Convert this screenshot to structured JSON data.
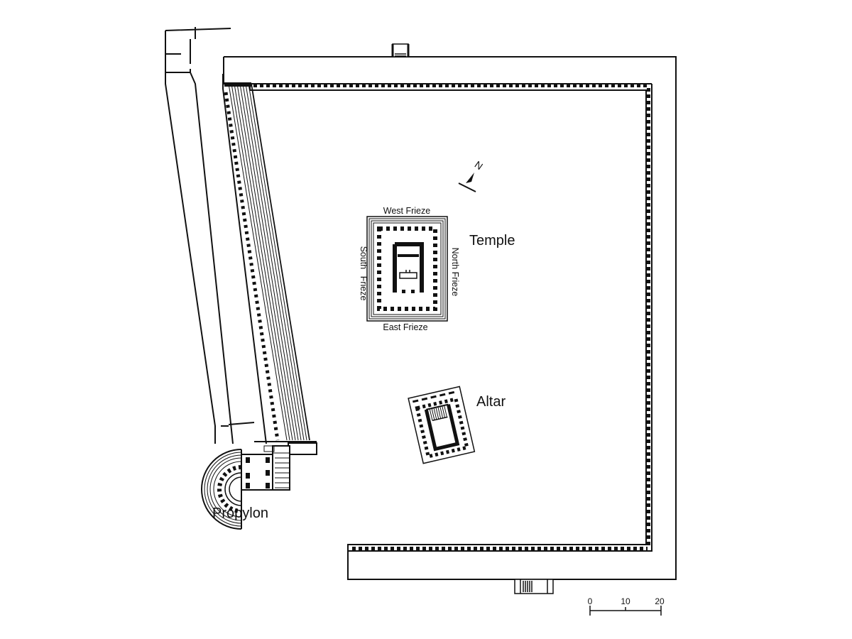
{
  "labels": {
    "temple": "Temple",
    "altar": "Altar",
    "propylon": "Propylon",
    "west_frieze": "West Frieze",
    "east_frieze": "East Frieze",
    "north_frieze": "North Frieze",
    "south_frieze": "South Frieze",
    "north_arrow": "N"
  },
  "scale_bar": {
    "ticks": [
      "0",
      "10",
      "20"
    ]
  },
  "colors": {
    "ink": "#111111",
    "background": "#ffffff"
  }
}
